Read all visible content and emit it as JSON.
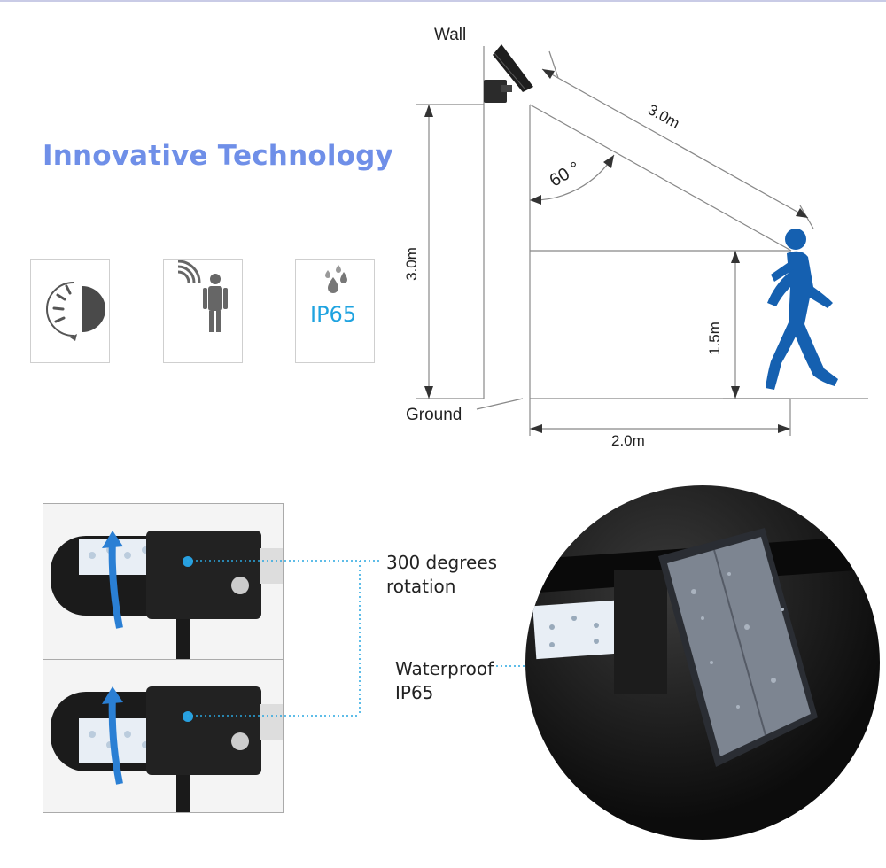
{
  "headline": "Innovative Technology",
  "features": {
    "ip_rating": "IP65"
  },
  "diagram": {
    "wall_label": "Wall",
    "ground_label": "Ground",
    "mount_height": "3.0m",
    "range": "3.0m",
    "angle": "60 °",
    "person_height": "1.5m",
    "distance": "2.0m"
  },
  "callouts": {
    "rotation_line1": "300 degrees",
    "rotation_line2": "rotation",
    "waterproof_line1": "Waterproof",
    "waterproof_line2": "IP65"
  },
  "colors": {
    "headline": "#6f8fe8",
    "accent_blue": "#1fa3e0",
    "runner_blue": "#1560b0",
    "dotted_line": "#2aa7e0"
  }
}
